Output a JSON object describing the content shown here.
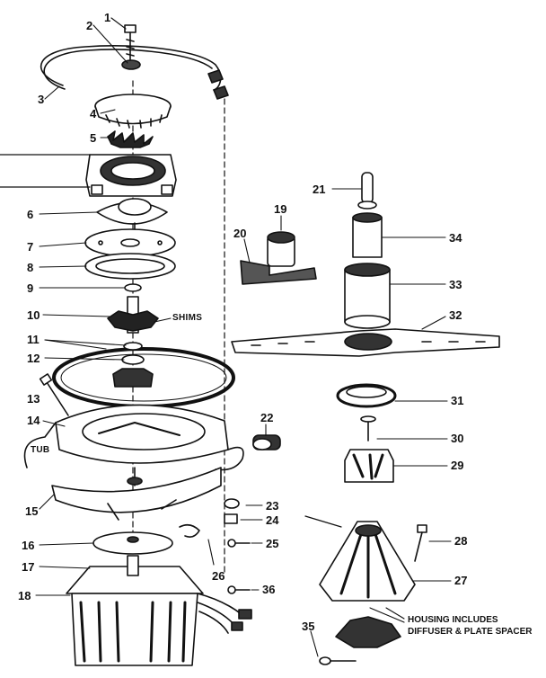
{
  "callouts": {
    "n1": "1",
    "n2": "2",
    "n3": "3",
    "n4": "4",
    "n5": "5",
    "n6": "6",
    "n7": "7",
    "n8": "8",
    "n9": "9",
    "n10": "10",
    "n11": "11",
    "n12": "12",
    "n13": "13",
    "n14": "14",
    "n15": "15",
    "n16": "16",
    "n17": "17",
    "n18": "18",
    "n19": "19",
    "n20": "20",
    "n21": "21",
    "n22": "22",
    "n23": "23",
    "n24": "24",
    "n25": "25",
    "n26": "26",
    "n27": "27",
    "n28": "28",
    "n29": "29",
    "n30": "30",
    "n31": "31",
    "n32": "32",
    "n33": "33",
    "n34": "34",
    "n35": "35",
    "n36": "36"
  },
  "text_labels": {
    "shims": "SHIMS",
    "tub": "TUB",
    "housing_note_line1": "HOUSING INCLUDES",
    "housing_note_line2": "DIFFUSER & PLATE SPACER"
  },
  "colors": {
    "ink": "#111111",
    "paper": "#ffffff",
    "shade": "#555555"
  }
}
